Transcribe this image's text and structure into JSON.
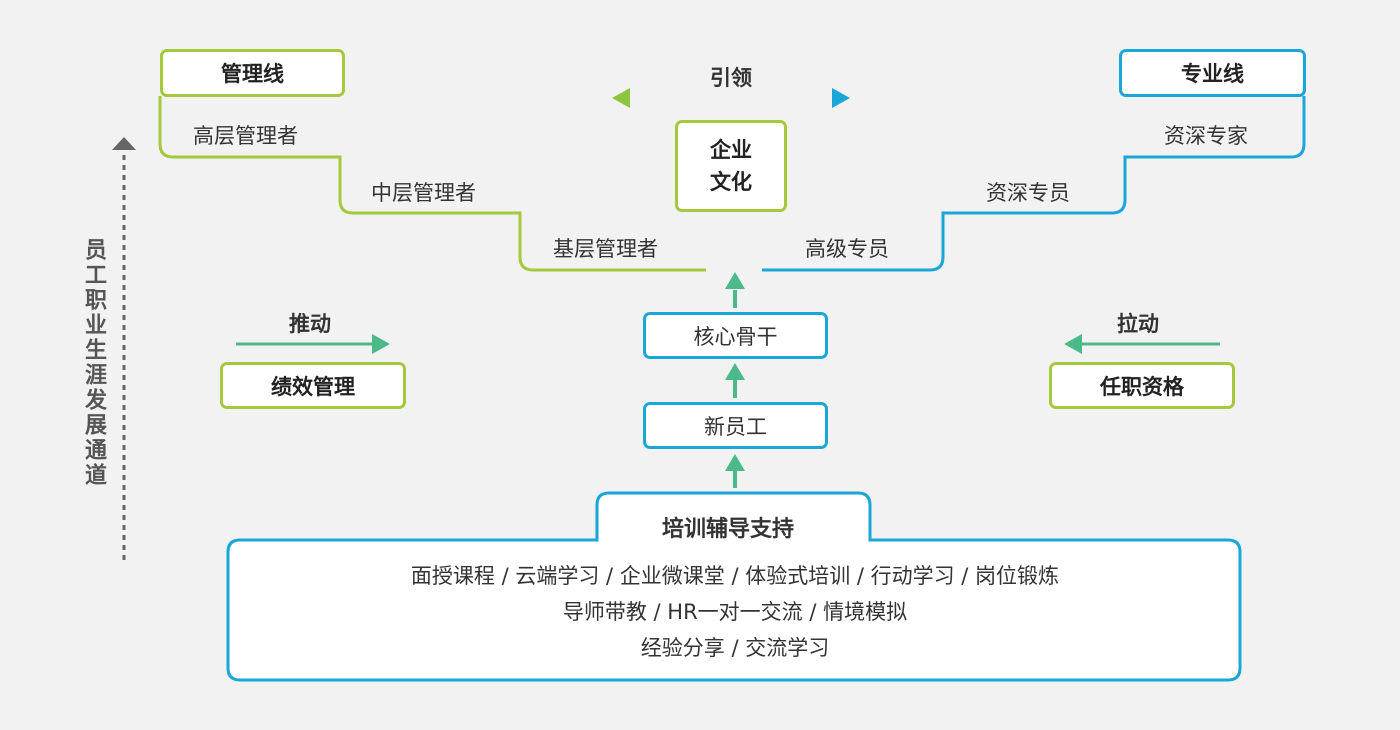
{
  "colors": {
    "green": "#a4c93d",
    "blue": "#1aa7d8",
    "arrow": "#4cb98a",
    "dotted": "#666666"
  },
  "management": {
    "title": "管理线",
    "levels": [
      "高层管理者",
      "中层管理者",
      "基层管理者"
    ]
  },
  "professional": {
    "title": "专业线",
    "levels": [
      "资深专家",
      "资深专员",
      "高级专员"
    ]
  },
  "lead": {
    "label": "引领",
    "box": "企业\n文化",
    "box_line1": "企业",
    "box_line2": "文化"
  },
  "push": {
    "label": "推动",
    "box": "绩效管理"
  },
  "pull": {
    "label": "拉动",
    "box": "任职资格"
  },
  "stages": [
    "核心骨干",
    "新员工"
  ],
  "side_title": "员工职业生涯发展通道",
  "support": {
    "title": "培训辅导支持",
    "lines": [
      "面授课程 / 云端学习 / 企业微课堂 / 体验式培训 / 行动学习 / 岗位锻炼",
      "导师带教 / HR一对一交流 / 情境模拟",
      "经验分享 / 交流学习"
    ]
  },
  "icons": [
    "left-right-arrow-icon",
    "right-arrow-icon",
    "left-arrow-icon",
    "up-arrow-icon",
    "dotted-up-arrow-icon"
  ]
}
